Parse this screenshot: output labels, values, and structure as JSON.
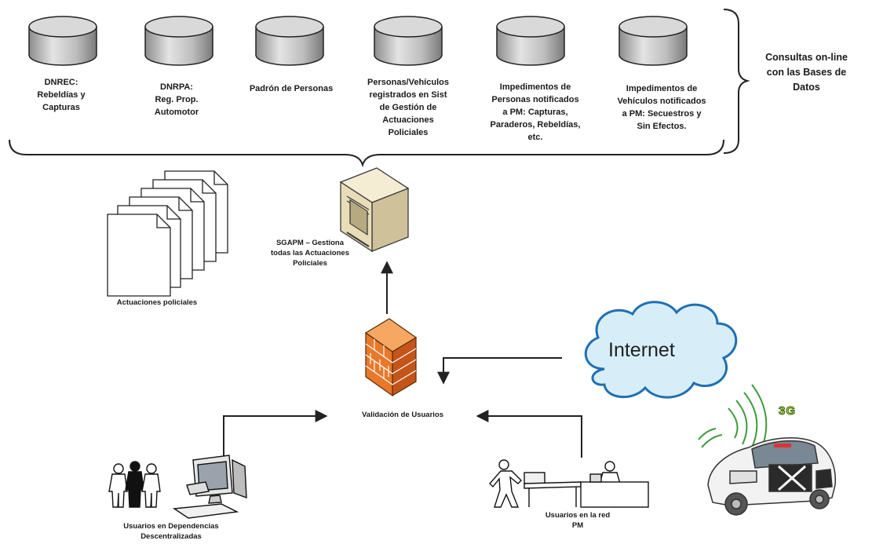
{
  "databases": [
    {
      "label": "DNREC:\nRebeldías y\nCapturas"
    },
    {
      "label": "DNRPA:\nReg. Prop.\nAutomotor"
    },
    {
      "label": "Padrón de Personas"
    },
    {
      "label": "Personas/Vehículos\nregistrados en Sist\nde Gestión de\nActuaciones\nPoliciales"
    },
    {
      "label": "Impedimentos de\nPersonas notificados\na PM: Capturas,\nParaderos, Rebeldías,\netc."
    },
    {
      "label": "Impedimentos de\nVehículos notificados\na PM: Secuestros y\nSin Efectos."
    }
  ],
  "online_queries_label": "Consultas on-line\ncon las Bases de\nDatos",
  "documents_label": "Actuaciones policiales",
  "server_label": "SGAPM – Gestiona\ntodas las Actuaciones\nPoliciales",
  "validation_label": "Validación de Usuarios",
  "internet_label": "Internet",
  "network_badge": "3G",
  "decentralized_users_label": "Usuarios en Dependencias\nDescentralizadas",
  "pm_network_users_label": "Usuarios en la red\nPM",
  "colors": {
    "firewall": "#e8782a",
    "cloud_fill": "#d7eef9",
    "cloud_stroke": "#1f6fb3",
    "server": "#e9ddb9",
    "signal": "#3e9a3c"
  }
}
